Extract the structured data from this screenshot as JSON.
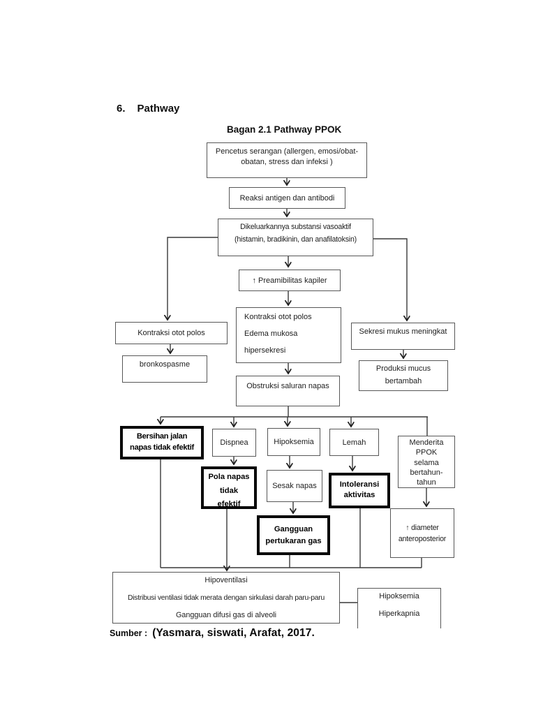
{
  "page": {
    "heading_number": "6.",
    "heading_title": "Pathway",
    "figure_title": "Bagan 2.1 Pathway PPOK",
    "source_label": "Sumber :",
    "source_citation": "(Yasmara, siswati, Arafat, 2017."
  },
  "colors": {
    "background": "#ffffff",
    "box_border": "#575757",
    "emphasis_border": "#060606",
    "connector_line": "#383838",
    "text": "#1d1d1d"
  },
  "nodes": {
    "pencetus": {
      "label": "Pencetus serangan (allergen, emosi/obat-obatan, stress dan infeksi )"
    },
    "reaksi": {
      "label": "Reaksi antigen dan antibodi"
    },
    "vasoaktif": {
      "lines": [
        "Dikeluarkannya substansi vasoaktif",
        "(histamin, bradikinin, dan anafilatoksin)"
      ]
    },
    "preamibilitas": {
      "label": "↑ Preamibilitas kapiler"
    },
    "kontraksi_otot_polos": {
      "label": "Kontraksi otot polos"
    },
    "bronkospasme": {
      "label": "bronkospasme"
    },
    "kontraksi_edema_hipersekresi": {
      "lines": [
        "Kontraksi otot polos",
        "Edema mukosa",
        "hipersekresi"
      ]
    },
    "sekresi_mukus": {
      "label": "Sekresi mukus meningkat"
    },
    "produksi_mucus": {
      "lines": [
        "Produksi mucus",
        "bertambah"
      ]
    },
    "obstruksi": {
      "label": "Obstruksi saluran napas"
    },
    "bersihan_jalan_napas": {
      "lines": [
        "Bersihan jalan",
        "napas tidak efektif"
      ]
    },
    "dispnea": {
      "label": "Dispnea"
    },
    "hipoksemia": {
      "label": "Hipoksemia"
    },
    "lemah": {
      "label": "Lemah"
    },
    "menderita_ppok": {
      "lines": [
        "Menderita",
        "PPOK",
        "selama",
        "bertahun-",
        "tahun"
      ]
    },
    "pola_napas": {
      "lines": [
        "Pola napas",
        "tidak",
        "efektif"
      ]
    },
    "sesak_napas": {
      "label": "Sesak napas"
    },
    "intoleransi_aktivitas": {
      "lines": [
        "Intoleransi",
        "aktivitas"
      ]
    },
    "gangguan_pertukaran_gas": {
      "lines": [
        "Gangguan",
        "pertukaran gas"
      ]
    },
    "diameter_anteroposterior": {
      "lines": [
        "↑ diameter",
        "anteroposterior"
      ]
    },
    "hipoventilasi": {
      "lines": [
        "Hipoventilasi",
        "Distribusi ventilasi tidak merata dengan sirkulasi darah paru-paru",
        "Gangguan difusi gas di alveoli"
      ]
    },
    "hipoksemia_hiperkapnia": {
      "lines": [
        "Hipoksemia",
        "Hiperkapnia"
      ]
    }
  },
  "edges": [
    {
      "from": "pencetus",
      "to": "reaksi"
    },
    {
      "from": "reaksi",
      "to": "vasoaktif"
    },
    {
      "from": "vasoaktif",
      "to": "preamibilitas"
    },
    {
      "from": "vasoaktif",
      "to": "kontraksi_otot_polos"
    },
    {
      "from": "vasoaktif",
      "to": "sekresi_mukus"
    },
    {
      "from": "preamibilitas",
      "to": "kontraksi_edema_hipersekresi"
    },
    {
      "from": "kontraksi_otot_polos",
      "to": "bronkospasme"
    },
    {
      "from": "sekresi_mukus",
      "to": "produksi_mucus"
    },
    {
      "from": "kontraksi_edema_hipersekresi",
      "to": "obstruksi"
    },
    {
      "from": "obstruksi",
      "to": "bersihan_jalan_napas"
    },
    {
      "from": "obstruksi",
      "to": "dispnea"
    },
    {
      "from": "obstruksi",
      "to": "hipoksemia"
    },
    {
      "from": "obstruksi",
      "to": "lemah"
    },
    {
      "from": "obstruksi",
      "to": "menderita_ppok"
    },
    {
      "from": "dispnea",
      "to": "pola_napas"
    },
    {
      "from": "hipoksemia",
      "to": "sesak_napas"
    },
    {
      "from": "lemah",
      "to": "intoleransi_aktivitas"
    },
    {
      "from": "menderita_ppok",
      "to": "diameter_anteroposterior"
    },
    {
      "from": "sesak_napas",
      "to": "gangguan_pertukaran_gas"
    },
    {
      "from": "bersihan_jalan_napas",
      "to": "hipoventilasi"
    },
    {
      "from": "pola_napas",
      "to": "hipoventilasi"
    },
    {
      "from": "gangguan_pertukaran_gas",
      "to": "hipoventilasi"
    },
    {
      "from": "intoleransi_aktivitas",
      "to": "hipoventilasi"
    },
    {
      "from": "diameter_anteroposterior",
      "to": "hipoventilasi"
    },
    {
      "from": "hipoventilasi",
      "to": "hipoksemia_hiperkapnia"
    }
  ]
}
